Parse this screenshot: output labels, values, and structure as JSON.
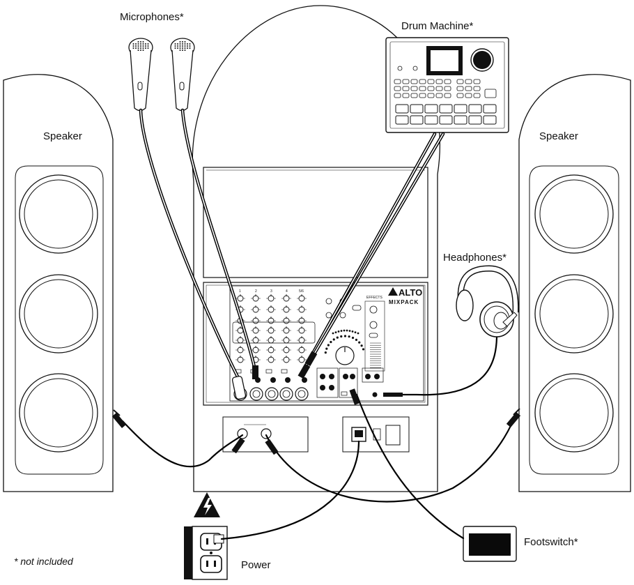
{
  "labels": {
    "microphones": "Microphones*",
    "drum_machine": "Drum Machine*",
    "speaker_left": "Speaker",
    "speaker_right": "Speaker",
    "headphones": "Headphones*",
    "footswitch": "Footswitch*",
    "power": "Power",
    "footnote": "* not included"
  },
  "mixer": {
    "brand": "ALTO",
    "model": "MIXPACK",
    "channel_labels": [
      "1",
      "2",
      "3",
      "4",
      "5/6"
    ],
    "effects_label": "EFFECTS"
  },
  "colors": {
    "line": "#111111",
    "cable": "#000000",
    "footswitch_pedal": "#0a0a0a",
    "background": "#ffffff"
  },
  "icons": {
    "power_warning": "high-voltage-warning-icon",
    "outlet": "electrical-outlet-icon"
  }
}
